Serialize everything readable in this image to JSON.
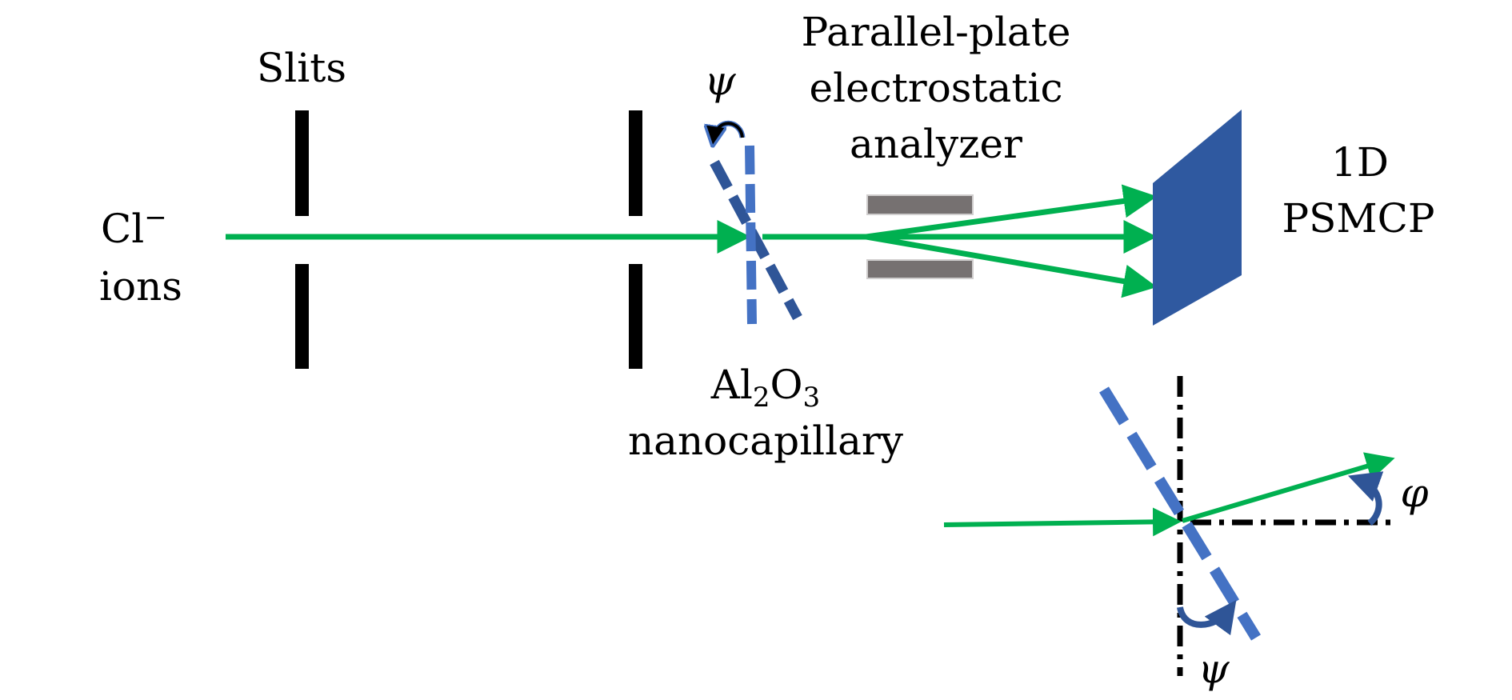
{
  "figure": {
    "type": "experimental setup schematic",
    "labels": {
      "ion_source_line1": "Cl",
      "ion_source_charge": "−",
      "ion_source_line2": "ions",
      "slits": "Slits",
      "capillary_formula_al": "Al",
      "capillary_formula_sub2": "2",
      "capillary_formula_o": "O",
      "capillary_formula_sub3": "3",
      "capillary_line2": "nanocapillary",
      "analyzer_line1": "Parallel-plate",
      "analyzer_line2": "electrostatic",
      "analyzer_line3": "analyzer",
      "detector_line1": "1D",
      "detector_line2": "PSMCP",
      "tilt_angle_symbol": "ψ",
      "inset_tilt_angle_symbol": "ψ",
      "inset_scatter_angle_symbol": "φ"
    },
    "components": [
      {
        "name": "ion beam",
        "color": "#00b050"
      },
      {
        "name": "slit pair 1",
        "color": "#000000"
      },
      {
        "name": "slit pair 2",
        "color": "#000000"
      },
      {
        "name": "nanocapillary (untilted)",
        "color": "#4472c4"
      },
      {
        "name": "nanocapillary (tilted)",
        "color": "#2f5597"
      },
      {
        "name": "analyzer plates",
        "color": "#767171"
      },
      {
        "name": "detector",
        "color": "#2f59a0"
      }
    ],
    "scattered_beams": 3,
    "colors": {
      "beam": "#00b050",
      "slit": "#000000",
      "capillary_light": "#4472c4",
      "capillary_dark": "#2f5597",
      "plate": "#767171",
      "plate_edge": "#d0cece",
      "detector": "#2f59a0",
      "arc": "#2f5597",
      "reference_line": "#000000"
    }
  }
}
